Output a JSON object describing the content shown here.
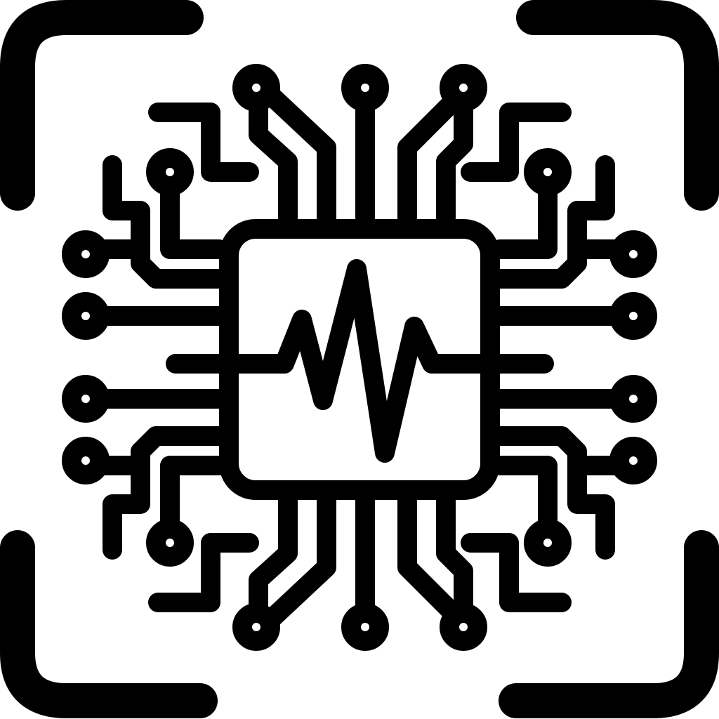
{
  "icon": {
    "name": "ai-chip-heartbeat-scan-icon",
    "colors": {
      "stroke": "#000000",
      "background": "#ffffff"
    },
    "parts": [
      "scan-frame-corners",
      "chip-body",
      "pulse-line",
      "circuit-traces"
    ]
  }
}
